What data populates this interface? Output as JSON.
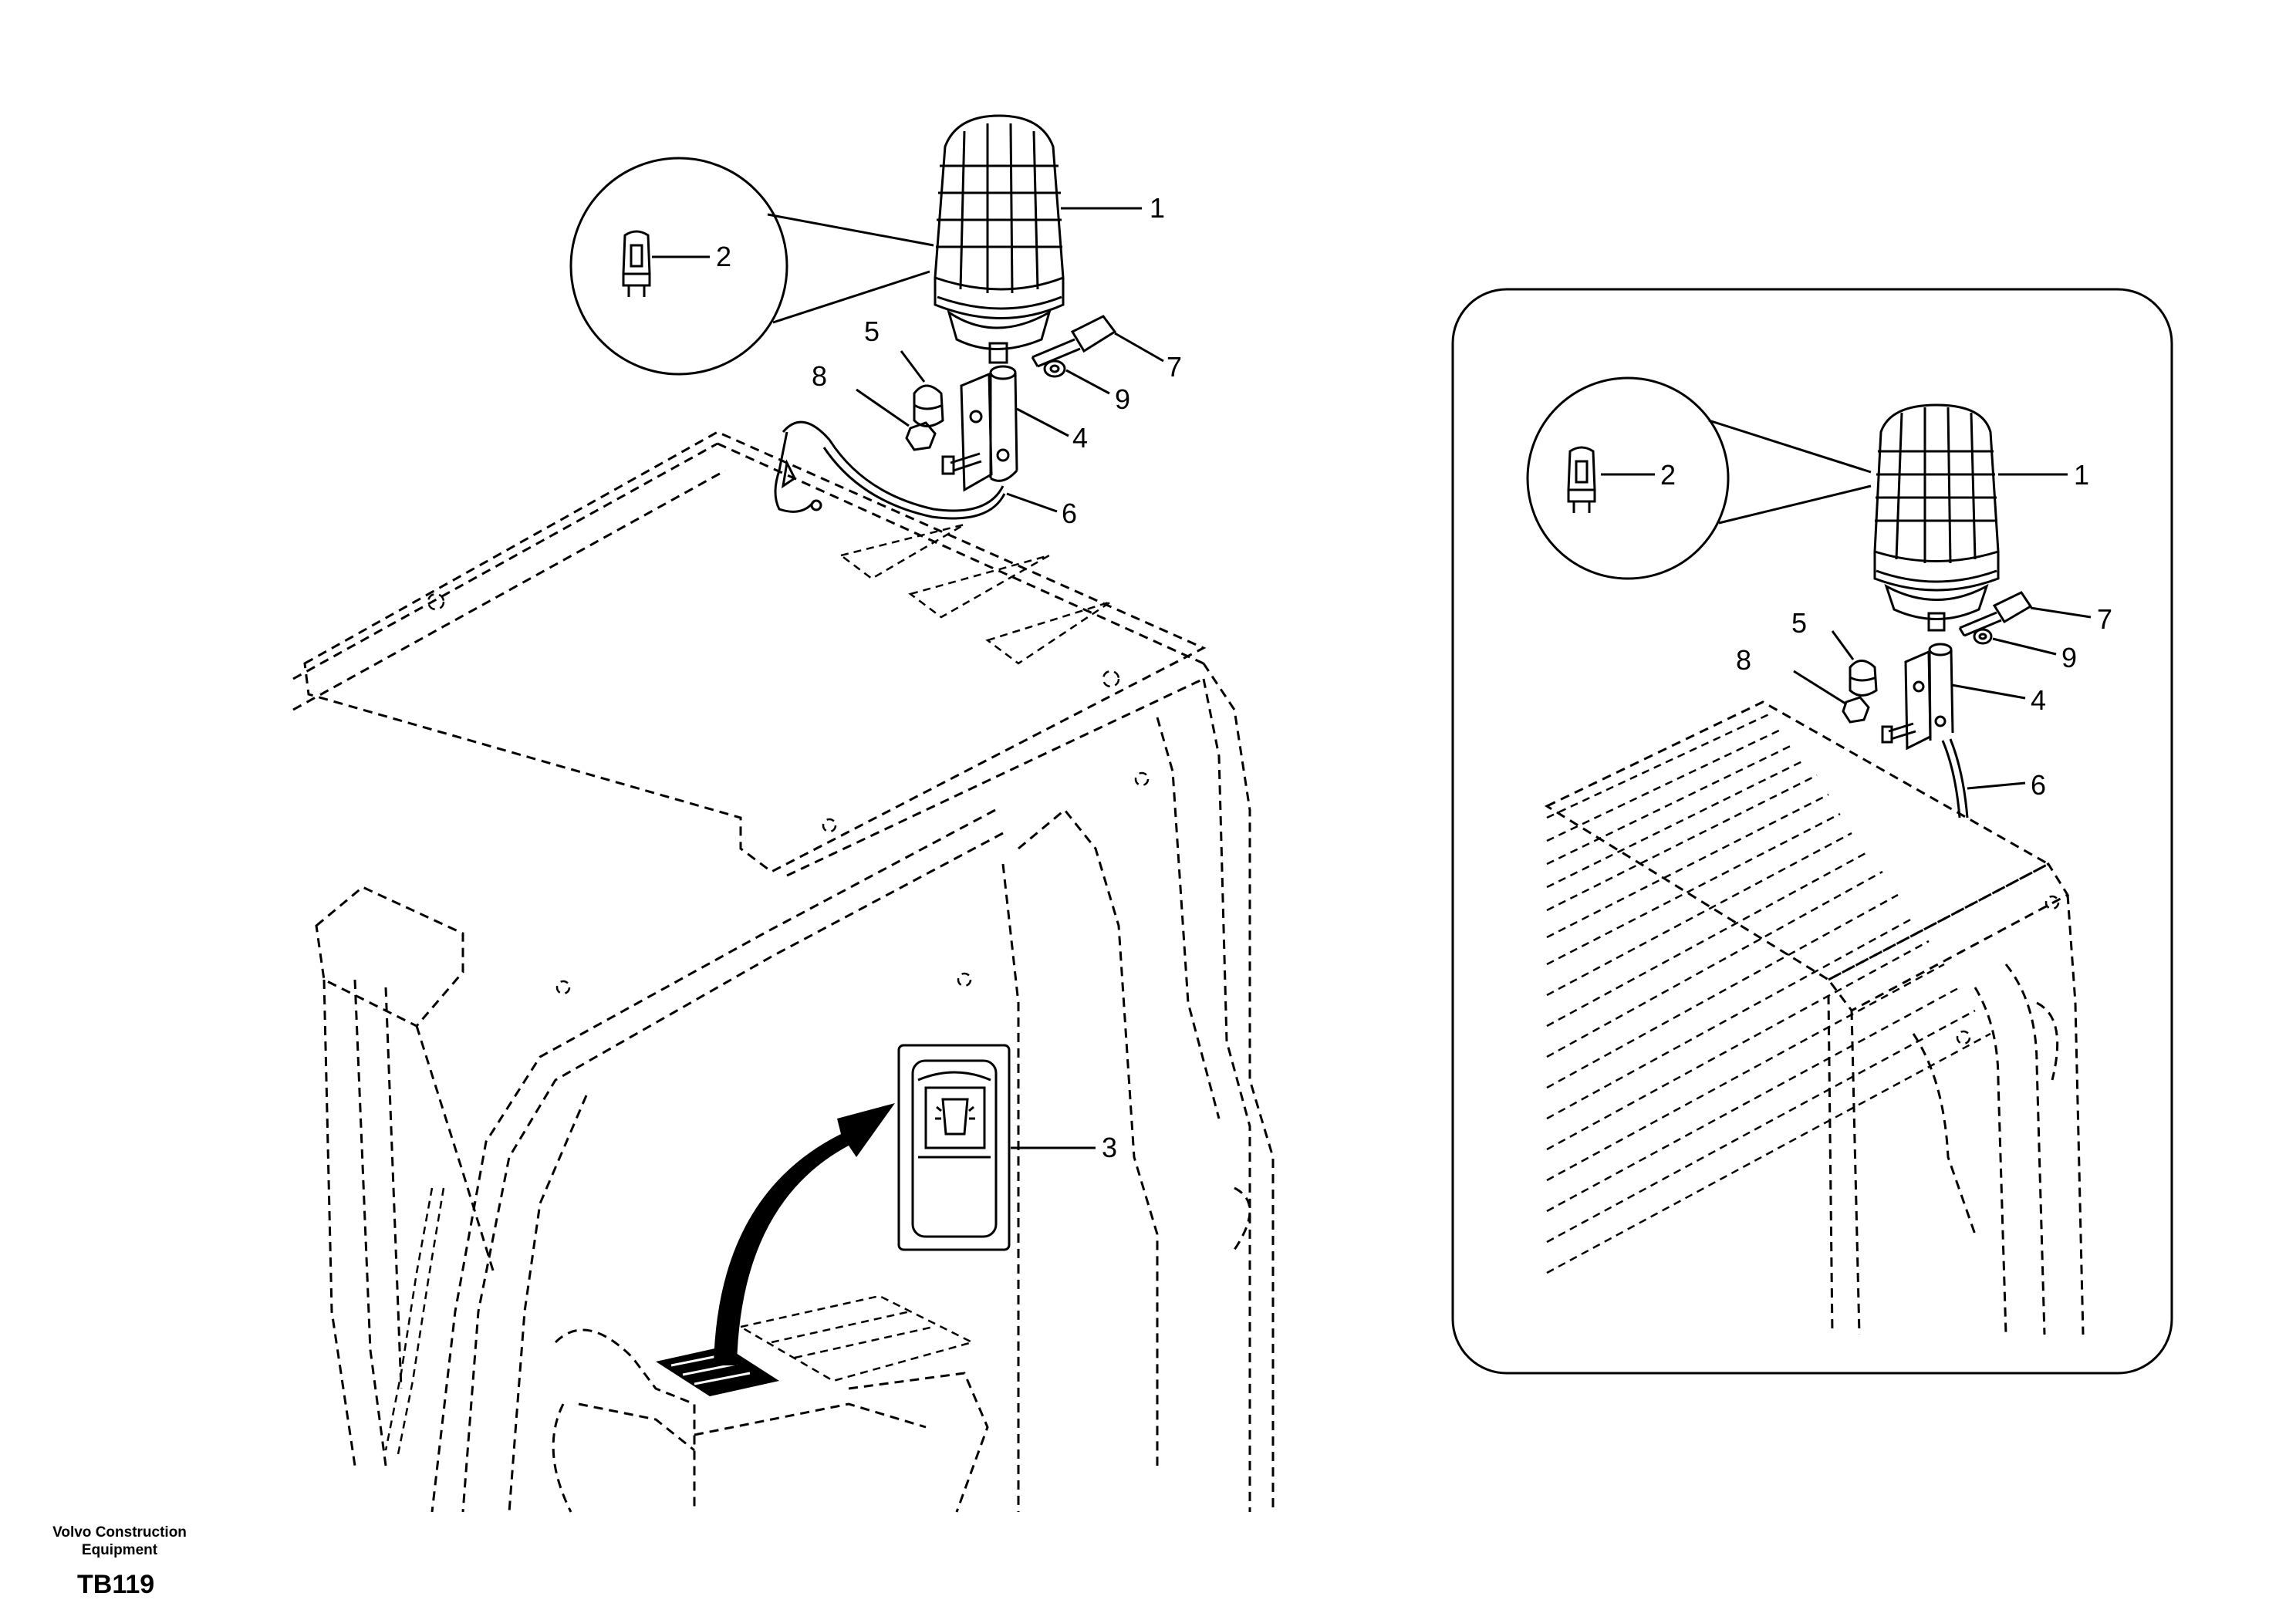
{
  "callouts": [
    "1",
    "2",
    "3",
    "4",
    "5",
    "6",
    "7",
    "8",
    "9"
  ],
  "footer": {
    "company_line1": "Volvo Construction",
    "company_line2": "Equipment",
    "code": "TB119"
  }
}
